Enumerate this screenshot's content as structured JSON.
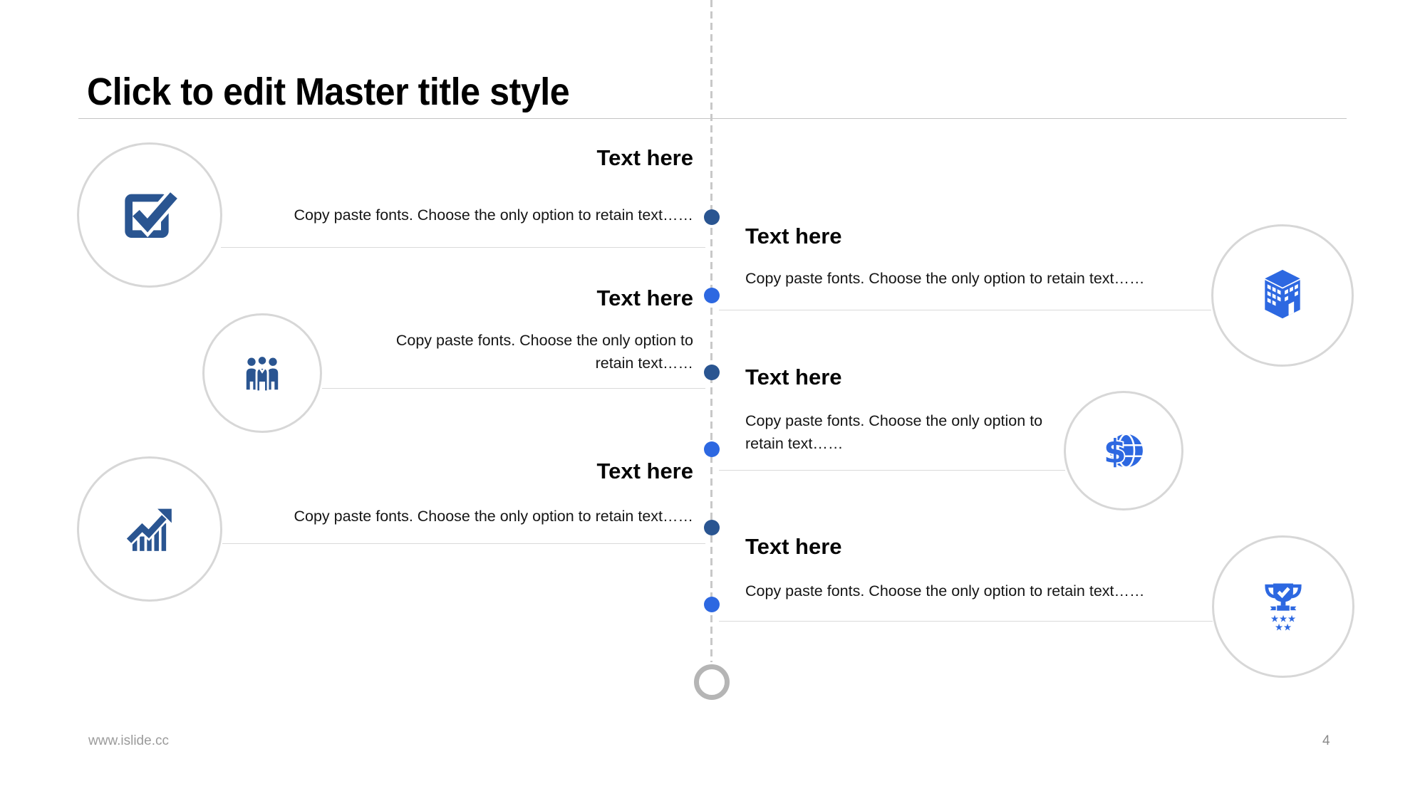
{
  "slide": {
    "title": "Click to edit Master title style",
    "footer": {
      "site_url": "www.islide.cc",
      "page_number": "4"
    }
  },
  "colors": {
    "accent_navy": "#2A5591",
    "accent_blue": "#2D68E1",
    "circle_border_gray": "#D7D7D7",
    "timeline_gray": "#C8C8C8",
    "connector_gray": "#DADADA"
  },
  "timeline": {
    "dots": [
      {
        "color": "navy"
      },
      {
        "color": "blue"
      },
      {
        "color": "navy"
      },
      {
        "color": "blue"
      },
      {
        "color": "navy"
      },
      {
        "color": "blue"
      }
    ],
    "end_marker": "open-circle"
  },
  "blocks": {
    "left": [
      {
        "heading": "Text here",
        "body": "Copy paste fonts. Choose the only option to retain text……",
        "icon": "check-square-icon"
      },
      {
        "heading": "Text here",
        "body": "Copy paste fonts. Choose the only option to retain text……",
        "icon": "team-icon"
      },
      {
        "heading": "Text here",
        "body": "Copy paste fonts. Choose the only option to retain text……",
        "icon": "growth-chart-icon"
      }
    ],
    "right": [
      {
        "heading": "Text here",
        "body": "Copy paste fonts. Choose the only option to retain text……",
        "icon": "building-icon"
      },
      {
        "heading": "Text here",
        "body": "Copy paste fonts. Choose the only option to retain text……",
        "icon": "dollar-globe-icon"
      },
      {
        "heading": "Text here",
        "body": "Copy paste fonts. Choose the only option to retain text……",
        "icon": "trophy-award-icon"
      }
    ]
  }
}
